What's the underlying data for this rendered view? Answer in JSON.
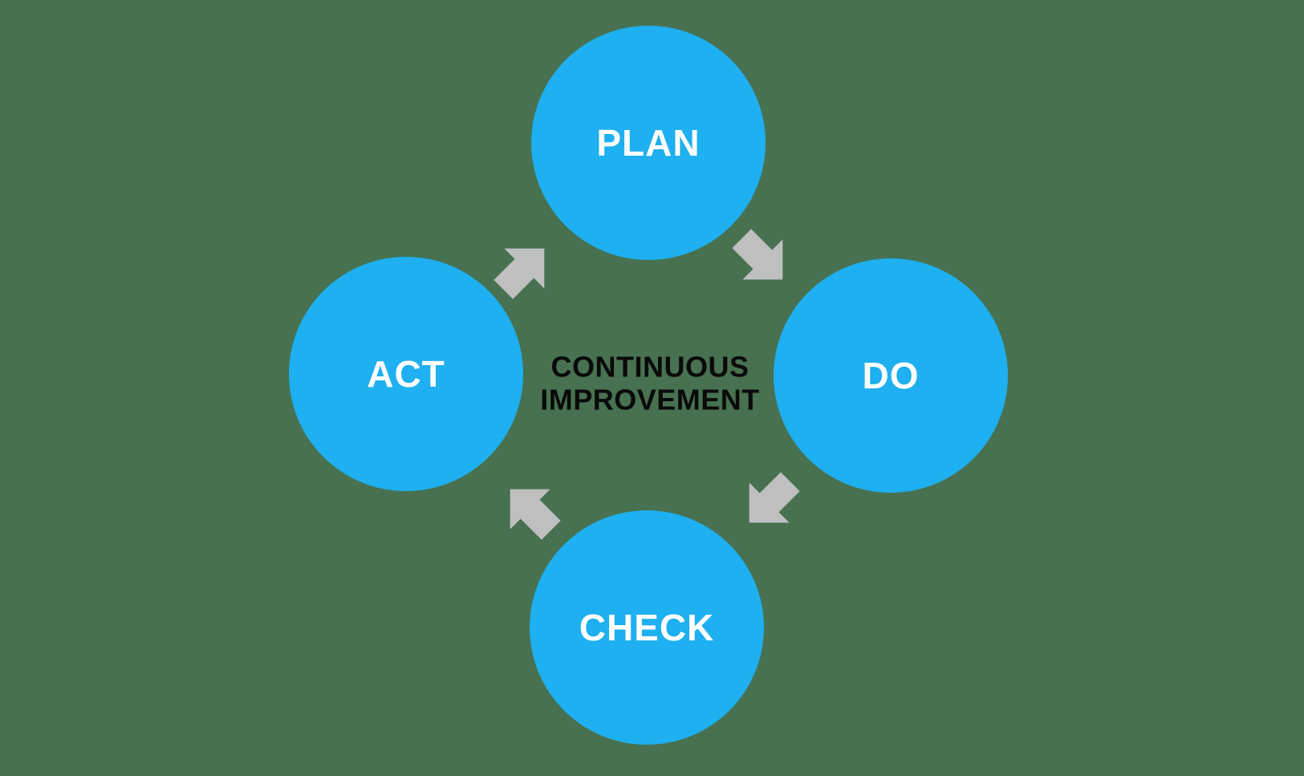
{
  "diagram": {
    "type": "cycle",
    "name": "PDCA continuous improvement cycle",
    "center_title": {
      "line1": "CONTINUOUS",
      "line2": "IMPROVEMENT"
    },
    "nodes": [
      {
        "id": "plan",
        "label": "PLAN",
        "position": "top"
      },
      {
        "id": "do",
        "label": "DO",
        "position": "right"
      },
      {
        "id": "check",
        "label": "CHECK",
        "position": "bottom"
      },
      {
        "id": "act",
        "label": "ACT",
        "position": "left"
      }
    ],
    "arrows": [
      {
        "id": "act-to-plan",
        "from": "ACT",
        "to": "PLAN",
        "direction": "up-right"
      },
      {
        "id": "plan-to-do",
        "from": "PLAN",
        "to": "DO",
        "direction": "down-right"
      },
      {
        "id": "do-to-check",
        "from": "DO",
        "to": "CHECK",
        "direction": "down-left"
      },
      {
        "id": "check-to-act",
        "from": "CHECK",
        "to": "ACT",
        "direction": "up-left"
      }
    ],
    "colors": {
      "background": "#477150",
      "circle": "#1EB0F0",
      "arrow": "#BFBFBF",
      "label": "#FFFFFF",
      "title": "#0A0A0A"
    }
  }
}
